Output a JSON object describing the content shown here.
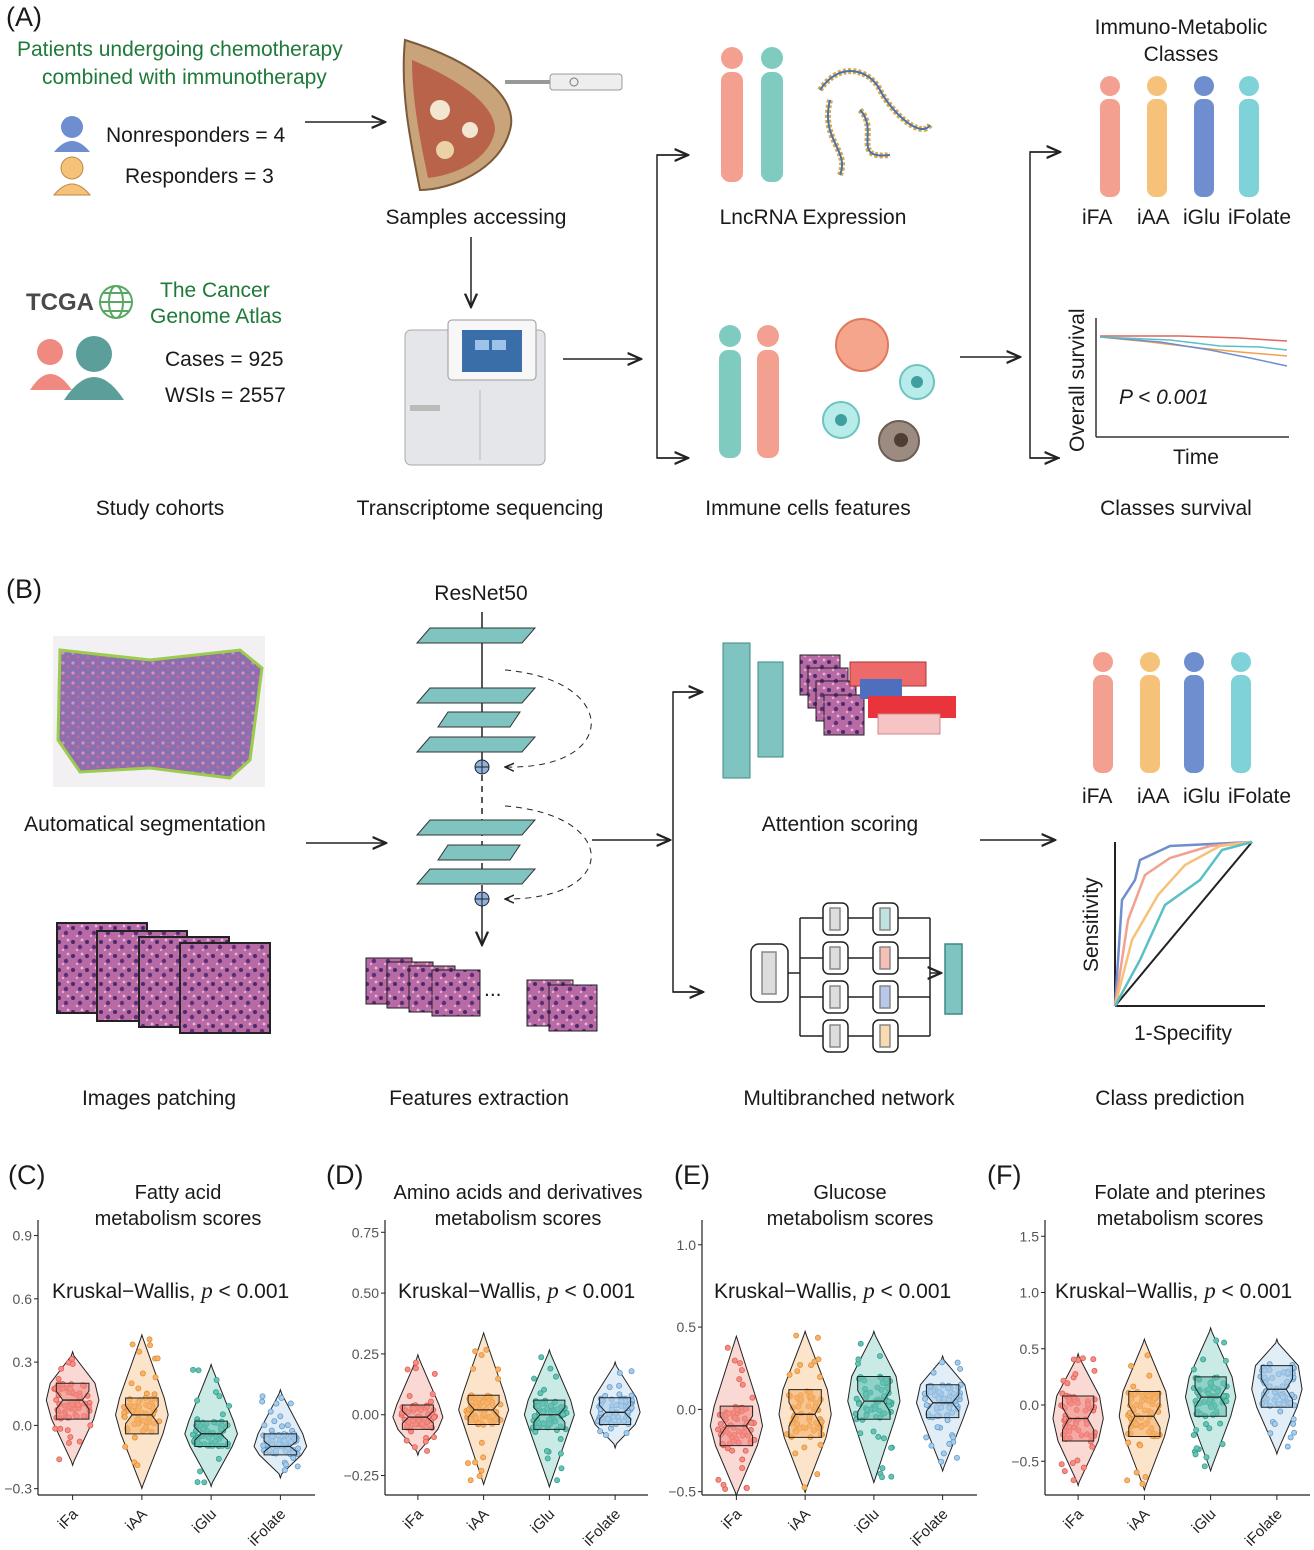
{
  "panelA": {
    "tag": "(A)",
    "cohort_title_1": "Patients undergoing chemotherapy",
    "cohort_title_2": "combined with immunotherapy",
    "nonresponders": "Nonresponders = 4",
    "responders": "Responders = 3",
    "tcga_logo": "TCGA",
    "tcga_name_1": "The Cancer",
    "tcga_name_2": "Genome Atlas",
    "cases": "Cases = 925",
    "wsis": "WSIs = 2557",
    "samples": "Samples accessing",
    "lncrna": "LncRNA Expression",
    "classes_title_1": "Immuno-Metabolic",
    "classes_title_2": "Classes",
    "class_names": [
      "iFA",
      "iAA",
      "iGlu",
      "iFolate"
    ],
    "km_ylabel": "Overall survival",
    "km_xlabel": "Time",
    "km_p": "P < 0.001",
    "step_labels": [
      "Study cohorts",
      "Transcriptome sequencing",
      "Immune cells features",
      "Classes survival"
    ]
  },
  "panelB": {
    "tag": "(B)",
    "resnet": "ResNet50",
    "auto_seg": "Automatical segmentation",
    "attention": "Attention scoring",
    "class_names": [
      "iFA",
      "iAA",
      "iGlu",
      "iFolate"
    ],
    "roc_ylabel": "Sensitivity",
    "roc_xlabel": "1-Specifity",
    "ellipsis": "...",
    "step_labels": [
      "Images patching",
      "Features extraction",
      "Multibranched network",
      "Class prediction"
    ]
  },
  "colors": {
    "iFA": "#f08a80",
    "iAA": "#f6c27a",
    "iGlu": "#6e8ed0",
    "iFolate": "#7fd3d8",
    "teal": "#7fc4c0",
    "green_text": "#1f7a3a"
  },
  "chart_data": [
    {
      "type": "violin",
      "tag": "(C)",
      "title_1": "Fatty acid",
      "title_2": "metabolism scores",
      "annotation_text": "Kruskal−Wallis,",
      "annotation_p": "p",
      "annotation_value": "< 0.001",
      "categories": [
        "iFa",
        "iAA",
        "iGlu",
        "iFolate"
      ],
      "yticks": [
        "0.9",
        "0.6",
        "0.3",
        "0.0",
        "−0.3"
      ],
      "ytick_values": [
        0.9,
        0.6,
        0.3,
        0.0,
        -0.3
      ],
      "ylim": [
        -0.33,
        0.95
      ],
      "series": [
        {
          "values": {
            "min": -0.17,
            "q1": 0.03,
            "median": 0.12,
            "q3": 0.2,
            "max": 0.33
          }
        },
        {
          "values": {
            "min": -0.28,
            "q1": -0.04,
            "median": 0.05,
            "q3": 0.13,
            "max": 0.41
          }
        },
        {
          "values": {
            "min": -0.27,
            "q1": -0.1,
            "median": -0.04,
            "q3": 0.02,
            "max": 0.27
          }
        },
        {
          "values": {
            "min": -0.23,
            "q1": -0.14,
            "median": -0.1,
            "q3": -0.04,
            "max": 0.15
          }
        }
      ]
    },
    {
      "type": "violin",
      "tag": "(D)",
      "title_1": "Amino acids and derivatives",
      "title_2": "metabolism scores",
      "annotation_text": "Kruskal−Wallis,",
      "annotation_p": "p",
      "annotation_value": "< 0.001",
      "categories": [
        "iFa",
        "iAA",
        "iGlu",
        "iFolate"
      ],
      "yticks": [
        "0.75",
        "0.50",
        "0.25",
        "0.00",
        "−0.25"
      ],
      "ytick_values": [
        0.75,
        0.5,
        0.25,
        0.0,
        -0.25
      ],
      "ylim": [
        -0.33,
        0.78
      ],
      "series": [
        {
          "values": {
            "min": -0.15,
            "q1": -0.06,
            "median": -0.01,
            "q3": 0.04,
            "max": 0.23
          }
        },
        {
          "values": {
            "min": -0.27,
            "q1": -0.04,
            "median": 0.02,
            "q3": 0.08,
            "max": 0.32
          }
        },
        {
          "values": {
            "min": -0.28,
            "q1": -0.06,
            "median": 0.0,
            "q3": 0.06,
            "max": 0.25
          }
        },
        {
          "values": {
            "min": -0.12,
            "q1": -0.04,
            "median": 0.01,
            "q3": 0.07,
            "max": 0.2
          }
        }
      ]
    },
    {
      "type": "violin",
      "tag": "(E)",
      "title_1": "Glucose",
      "title_2": "metabolism scores",
      "annotation_text": "Kruskal−Wallis,",
      "annotation_p": "p",
      "annotation_value": "< 0.001",
      "categories": [
        "iFa",
        "iAA",
        "iGlu",
        "iFolate"
      ],
      "yticks": [
        "1.0",
        "0.5",
        "0.0",
        "−0.5"
      ],
      "ytick_values": [
        1.0,
        0.5,
        0.0,
        -0.5
      ],
      "ylim": [
        -0.52,
        1.12
      ],
      "series": [
        {
          "values": {
            "min": -0.5,
            "q1": -0.22,
            "median": -0.1,
            "q3": 0.02,
            "max": 0.42
          }
        },
        {
          "values": {
            "min": -0.48,
            "q1": -0.17,
            "median": -0.03,
            "q3": 0.12,
            "max": 0.45
          }
        },
        {
          "values": {
            "min": -0.42,
            "q1": -0.06,
            "median": 0.05,
            "q3": 0.2,
            "max": 0.45
          }
        },
        {
          "values": {
            "min": -0.35,
            "q1": -0.05,
            "median": 0.04,
            "q3": 0.15,
            "max": 0.3
          }
        }
      ]
    },
    {
      "type": "violin",
      "tag": "(F)",
      "title_1": "Folate and pterines",
      "title_2": "metabolism scores",
      "annotation_text": "Kruskal−Wallis,",
      "annotation_p": "p",
      "annotation_value": "< 0.001",
      "categories": [
        "iFa",
        "iAA",
        "iGlu",
        "iFolate"
      ],
      "yticks": [
        "1.5",
        "1.0",
        "0.5",
        "0.0",
        "−0.5"
      ],
      "ytick_values": [
        1.5,
        1.0,
        0.5,
        0.0,
        -0.5
      ],
      "ylim": [
        -0.8,
        1.6
      ],
      "series": [
        {
          "values": {
            "min": -0.68,
            "q1": -0.32,
            "median": -0.12,
            "q3": 0.08,
            "max": 0.42
          }
        },
        {
          "values": {
            "min": -0.72,
            "q1": -0.28,
            "median": -0.1,
            "q3": 0.12,
            "max": 0.55
          }
        },
        {
          "values": {
            "min": -0.55,
            "q1": -0.1,
            "median": 0.07,
            "q3": 0.25,
            "max": 0.65
          }
        },
        {
          "values": {
            "min": -0.4,
            "q1": -0.02,
            "median": 0.14,
            "q3": 0.35,
            "max": 0.55
          }
        }
      ]
    }
  ]
}
